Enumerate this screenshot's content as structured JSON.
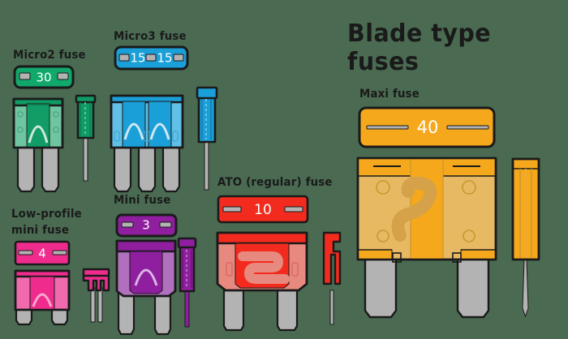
{
  "title": "Blade type fuses",
  "background_color": "#4a6b52",
  "text_color": "#1a1a1a",
  "groups": [
    {
      "id": "micro2",
      "label": "Micro2 fuse",
      "rating": "30",
      "body_color": "#0f9b63",
      "body_dark": "#0c7f50",
      "body_light": "#6ec5a0",
      "terminal_color": "#b3b3b3",
      "top_view_color": "#11a96b"
    },
    {
      "id": "micro3",
      "label": "Micro3 fuse",
      "rating_left": "15",
      "rating_right": "15",
      "body_color": "#1b9fd8",
      "body_dark": "#1485b8",
      "body_light": "#62c0e6",
      "terminal_color": "#b3b3b3",
      "top_view_color": "#1b9fd8"
    },
    {
      "id": "lowprofile_mini",
      "label": "Low-profile\nmini fuse",
      "label_line1": "Low-profile",
      "label_line2": "mini fuse",
      "rating": "4",
      "body_color": "#ef2c8e",
      "body_dark": "#d11d77",
      "body_light": "#f06aae",
      "terminal_color": "#b3b3b3",
      "top_view_color": "#ef2c8e"
    },
    {
      "id": "mini",
      "label": "Mini fuse",
      "rating": "3",
      "body_color": "#8f1f9e",
      "body_dark": "#76167f",
      "body_light": "#b070bd",
      "terminal_color": "#b3b3b3",
      "top_view_color": "#8f1f9e"
    },
    {
      "id": "ato",
      "label": "ATO (regular) fuse",
      "rating": "10",
      "body_color": "#f32b1e",
      "body_dark": "#d51f14",
      "body_light": "#e8897f",
      "terminal_color": "#b3b3b3",
      "top_view_color": "#f32b1e"
    },
    {
      "id": "maxi",
      "label": "Maxi fuse",
      "rating": "40",
      "body_color": "#f5a81c",
      "body_dark": "#dc9413",
      "body_light": "#e8b963",
      "terminal_color": "#b3b3b3",
      "top_view_color": "#f5a81c"
    }
  ],
  "legend_note": {
    "contact_slot_color": "#b3b3b3",
    "outline_color": "#1a1a1a"
  }
}
